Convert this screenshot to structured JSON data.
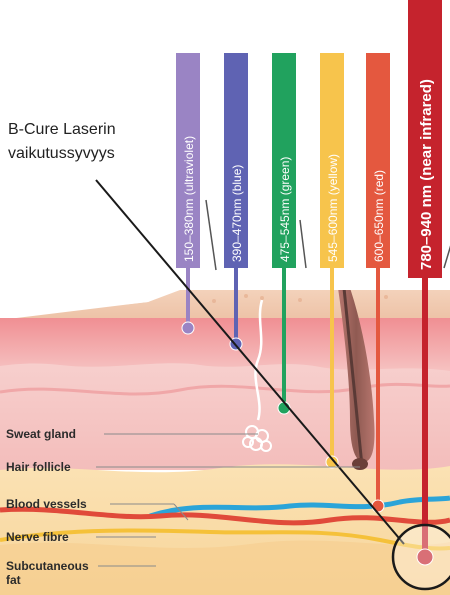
{
  "callout": {
    "line1": "B-Cure Laserin",
    "line2": "vaikutussyvyys"
  },
  "wavelengths": [
    {
      "label": "150–380nm (ultraviolet)",
      "color": "#9a84c4",
      "depth": "epidermis"
    },
    {
      "label": "390–470nm (blue)",
      "color": "#5f63b3",
      "depth": "epidermis"
    },
    {
      "label": "475–545nm (green)",
      "color": "#21a25e",
      "depth": "dermis"
    },
    {
      "label": "545–600nm (yellow)",
      "color": "#f7c44c",
      "depth": "hair follicle"
    },
    {
      "label": "600–650nm (red)",
      "color": "#e4583f",
      "depth": "blood vessels"
    },
    {
      "label": "780–940 nm (near infrared)",
      "color": "#c5232d",
      "depth": "subcutaneous fat"
    }
  ],
  "layers": [
    {
      "name": "sweat-gland",
      "lines": [
        "Sweat gland"
      ]
    },
    {
      "name": "hair-follicle",
      "lines": [
        "Hair follicle"
      ]
    },
    {
      "name": "blood-vessels",
      "lines": [
        "Blood vessels"
      ]
    },
    {
      "name": "nerve-fibre",
      "lines": [
        "Nerve fibre"
      ]
    },
    {
      "name": "subcutaneous-fat",
      "lines": [
        "Subcutaneous",
        "fat"
      ]
    }
  ],
  "colors": {
    "skin_surface": "#f0c9ad",
    "epidermis": "#f3b9b7",
    "dermis": "#f5c9c8",
    "fat": "#f9dcaa",
    "vessel_red": "#e04a3a",
    "vessel_blue": "#2ba4d8",
    "nerve_yellow": "#f5c13a"
  }
}
